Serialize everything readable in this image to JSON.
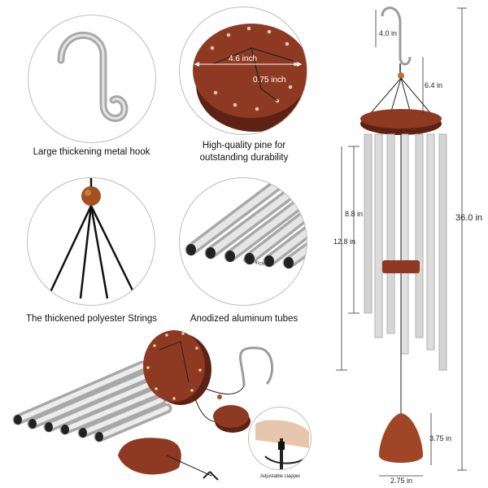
{
  "features": [
    {
      "caption_lines": [
        "Large thickening metal hook"
      ]
    },
    {
      "caption_lines": [
        "High-quality pine for",
        "outstanding durability"
      ]
    },
    {
      "caption_lines": [
        "The thickened polyester Strings"
      ]
    },
    {
      "caption_lines": [
        "Anodized aluminum tubes"
      ]
    }
  ],
  "callouts": {
    "disc_diameter": "4.6 inch",
    "disc_thickness": "0.75 inch",
    "tube_diameter": "0.75 inch",
    "clapper": "Adjustable clapper"
  },
  "dimensions": {
    "hook": "4.0 in",
    "string": "6.4 in",
    "total": "36.0 in",
    "tube_short": "8.8 in",
    "tube_long": "12.8 in",
    "sail_height": "3.75 in",
    "sail_width": "2.75 in"
  },
  "colors": {
    "wood": "#8e3a22",
    "wood_dark": "#5e2214",
    "aluminum": "#d9d9d9",
    "hook": "#b8b8b8"
  }
}
